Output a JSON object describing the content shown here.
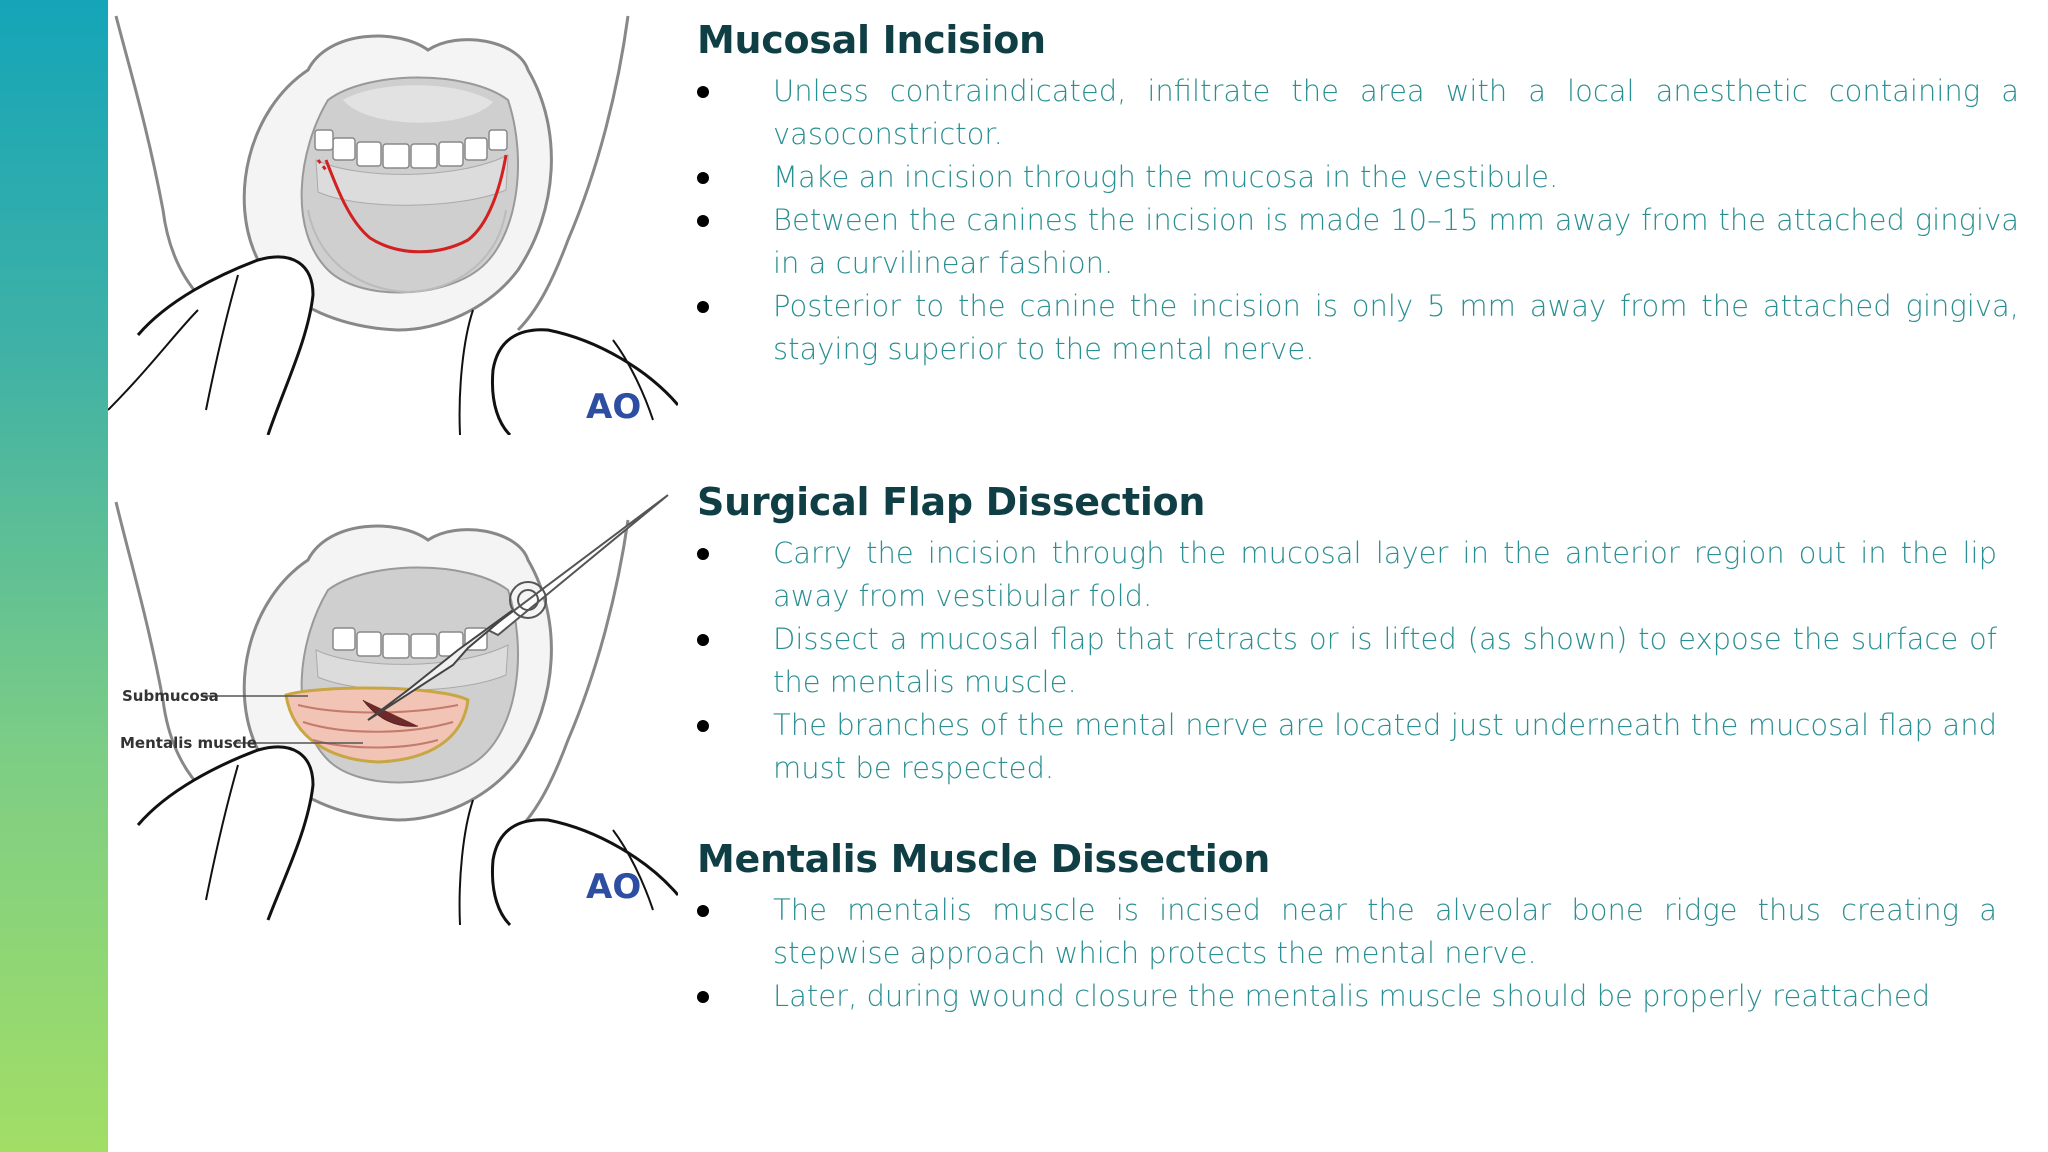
{
  "sections": [
    {
      "title": "Mucosal Incision",
      "bullets": [
        "Unless contraindicated, infiltrate the area with a local anesthetic containing a vasoconstrictor.",
        "Make an incision through the mucosa in the vestibule.",
        "Between the canines the incision is made 10–15 mm away from the attached gingiva in a curvilinear fashion.",
        "Posterior to the canine the incision is only 5 mm away from the attached gingiva, staying superior to the mental nerve."
      ]
    },
    {
      "title": "Surgical Flap Dissection",
      "bullets": [
        "Carry the incision through the mucosal layer in the anterior region out in the lip away from vestibular fold.",
        "Dissect a mucosal flap that retracts or is lifted (as shown) to expose the surface of the mentalis muscle.",
        " The branches of the mental nerve are located just underneath the mucosal flap and must be respected."
      ]
    },
    {
      "title": "Mentalis Muscle Dissection",
      "bullets": [
        "The mentalis muscle is incised near the alveolar bone ridge thus creating a stepwise approach which protects the mental nerve.",
        " Later, during wound closure the mentalis muscle should be properly reattached"
      ]
    }
  ],
  "illustrations": {
    "logo_text": "AO",
    "labels": {
      "submucosa": "Submucosa",
      "mentalis": "Mentalis muscle"
    }
  },
  "colors": {
    "heading": "#0f3f45",
    "body_text": "#2a8f92",
    "incision": "#d32020",
    "logo": "#2d4ea2"
  }
}
